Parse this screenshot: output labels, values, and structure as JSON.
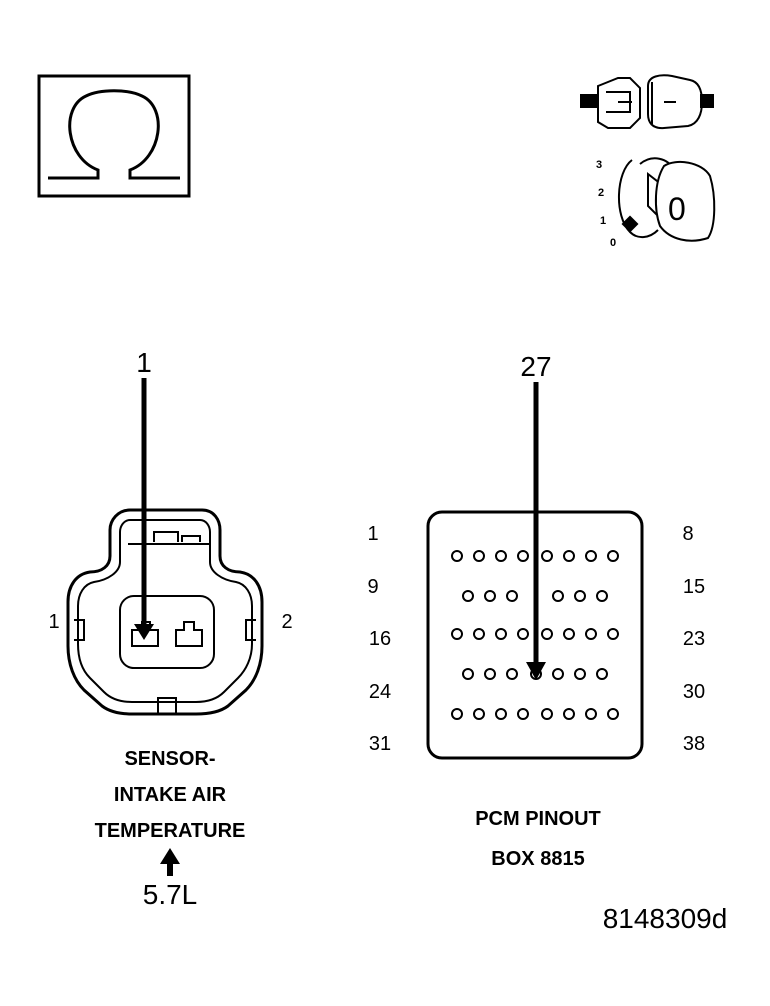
{
  "key_positions": [
    "3",
    "2",
    "1",
    "0"
  ],
  "key_label": "0",
  "sensor": {
    "callout_pin": "1",
    "pin_left": "1",
    "pin_right": "2",
    "title_line1": "SENSOR-",
    "title_line2": "INTAKE AIR",
    "title_line3": "TEMPERATURE",
    "engine": "5.7L"
  },
  "pcm": {
    "callout_pin": "27",
    "left_pins": [
      "1",
      "9",
      "16",
      "24",
      "31"
    ],
    "right_pins": [
      "8",
      "15",
      "23",
      "30",
      "38"
    ],
    "title_line1": "PCM PINOUT",
    "title_line2": "BOX 8815"
  },
  "figure_id": "8148309d"
}
